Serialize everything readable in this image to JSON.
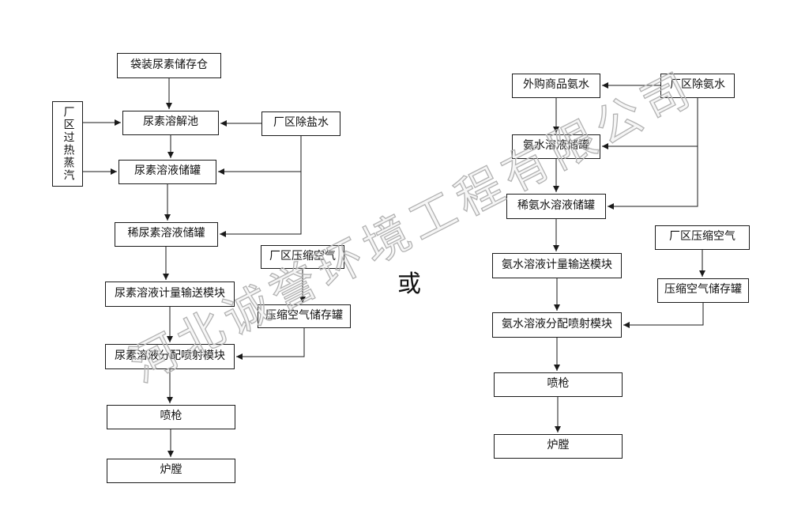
{
  "watermark": "河北诚誉环境工程有限公司",
  "or_label": "或",
  "urea_flow": {
    "bagged_urea_silo": "袋装尿素储存仓",
    "urea_dissolving_pool": "尿素溶解池",
    "plant_demineralized_water": "厂区除盐水",
    "plant_superheated_steam": "厂区过热蒸汽",
    "urea_solution_tank": "尿素溶液储罐",
    "dilute_urea_solution_tank": "稀尿素溶液储罐",
    "plant_compressed_air": "厂区压缩空气",
    "metering_delivery_module": "尿素溶液计量输送模块",
    "compressed_air_storage_tank": "压缩空气储存罐",
    "distribution_injection_module": "尿素溶液分配喷射模块",
    "spray_gun": "喷枪",
    "furnace": "炉膛"
  },
  "ammonia_flow": {
    "purchased_ammonia_water": "外购商品氨水",
    "plant_water": "厂区除氨水",
    "ammonia_solution_tank": "氨水溶液储罐",
    "dilute_ammonia_solution_tank": "稀氨水溶液储罐",
    "plant_compressed_air": "厂区压缩空气",
    "metering_delivery_module": "氨水溶液计量输送模块",
    "compressed_air_storage_tank": "压缩空气储存罐",
    "distribution_injection_module": "氨水溶液分配喷射模块",
    "spray_gun": "喷枪",
    "furnace": "炉膛"
  }
}
